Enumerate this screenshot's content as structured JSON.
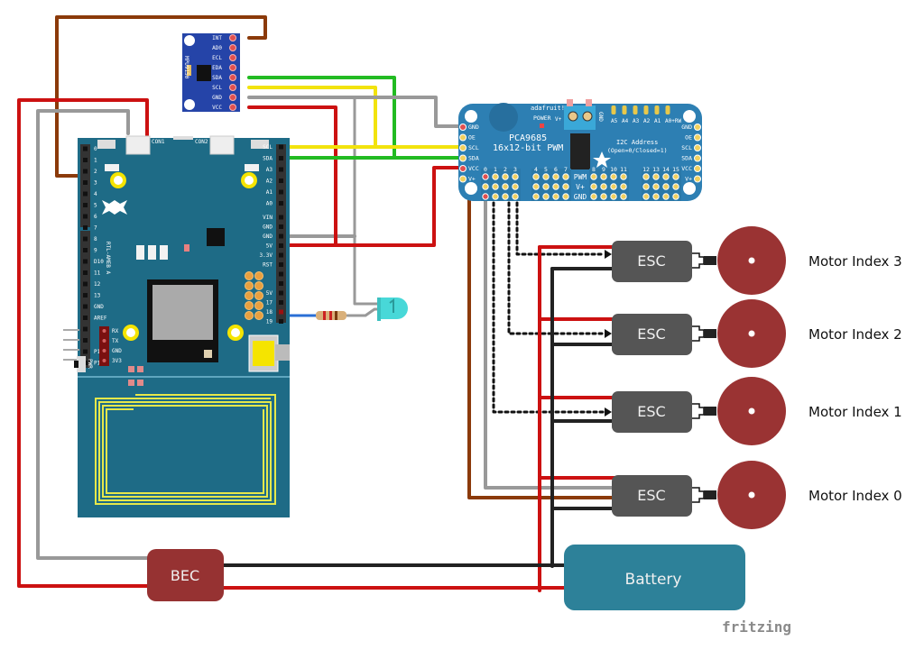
{
  "diagram": {
    "type": "fritzing-wiring-diagram",
    "watermark": "fritzing",
    "colors": {
      "board_blue": "#1e6b86",
      "pca_blue": "#2d7fb3",
      "mpu_blue": "#2544a8",
      "esc_gray": "#555555",
      "bec_red": "#963232",
      "battery_teal": "#2d8199",
      "motor_red": "#9a3333",
      "wire_red": "#cc1111",
      "wire_black": "#222222",
      "wire_gray": "#999999",
      "wire_yellow": "#f2e30d",
      "wire_green": "#22bb22",
      "wire_brown": "#8b3a0a",
      "wire_blue": "#2a6fd6",
      "led_cyan": "#48d8d8"
    }
  },
  "mpu": {
    "name": "MPU9150",
    "pins": [
      "INT",
      "AD0",
      "ECL",
      "EDA",
      "SDA",
      "SCL",
      "GND",
      "VCC"
    ]
  },
  "ameba": {
    "name": "RTL-AMEB A",
    "connectors": [
      "CON1",
      "CON2"
    ],
    "switch_left": "n/R",
    "switch_right": "T/R",
    "left_pins": [
      "0",
      "1",
      "2",
      "3",
      "4",
      "5",
      "6",
      "7",
      "8",
      "9",
      "D10",
      "11",
      "12",
      "13",
      "GND",
      "AREF",
      "",
      "",
      "P14",
      "P15"
    ],
    "right_pins_top": [
      "SCL",
      "SDA",
      "A3",
      "A2",
      "A1",
      "A0"
    ],
    "right_pins_bottom": [
      "VIN",
      "GND",
      "GND",
      "5V",
      "3.3V",
      "RST",
      "",
      "",
      "5V",
      "17",
      "18",
      "19"
    ],
    "uart_pins": [
      "RX",
      "TX",
      "GND",
      "3V3"
    ],
    "pwr_label": "PWR"
  },
  "pca": {
    "brand": "adafruit!",
    "power_label": "POWER",
    "title": "PCA9685",
    "subtitle": "16x12-bit PWM",
    "terminal_labels": [
      "V+",
      "GND"
    ],
    "addr_pins": [
      "A5",
      "A4",
      "A3",
      "A2",
      "A1",
      "A0+RW"
    ],
    "i2c_title": "I2C Address",
    "i2c_sub": "(Open=0/Closed=1)",
    "left_pins": [
      "GND",
      "OE",
      "SCL",
      "SDA",
      "VCC",
      "V+"
    ],
    "right_pins": [
      "GND",
      "OE",
      "SCL",
      "SDA",
      "VCC",
      "V+"
    ],
    "channel_groups": [
      [
        "0",
        "1",
        "2",
        "3"
      ],
      [
        "4",
        "5",
        "6",
        "7"
      ],
      [
        "8",
        "9",
        "10",
        "11"
      ],
      [
        "12",
        "13",
        "14",
        "15"
      ]
    ],
    "row_labels": [
      "PWM",
      "V+",
      "GND"
    ]
  },
  "escs": [
    {
      "label": "ESC",
      "motor": "Motor Index 3",
      "pwm_channel": "3"
    },
    {
      "label": "ESC",
      "motor": "Motor Index 2",
      "pwm_channel": "2"
    },
    {
      "label": "ESC",
      "motor": "Motor Index 1",
      "pwm_channel": "1"
    },
    {
      "label": "ESC",
      "motor": "Motor Index 0",
      "pwm_channel": "0"
    }
  ],
  "bec": {
    "label": "BEC"
  },
  "battery": {
    "label": "Battery"
  }
}
